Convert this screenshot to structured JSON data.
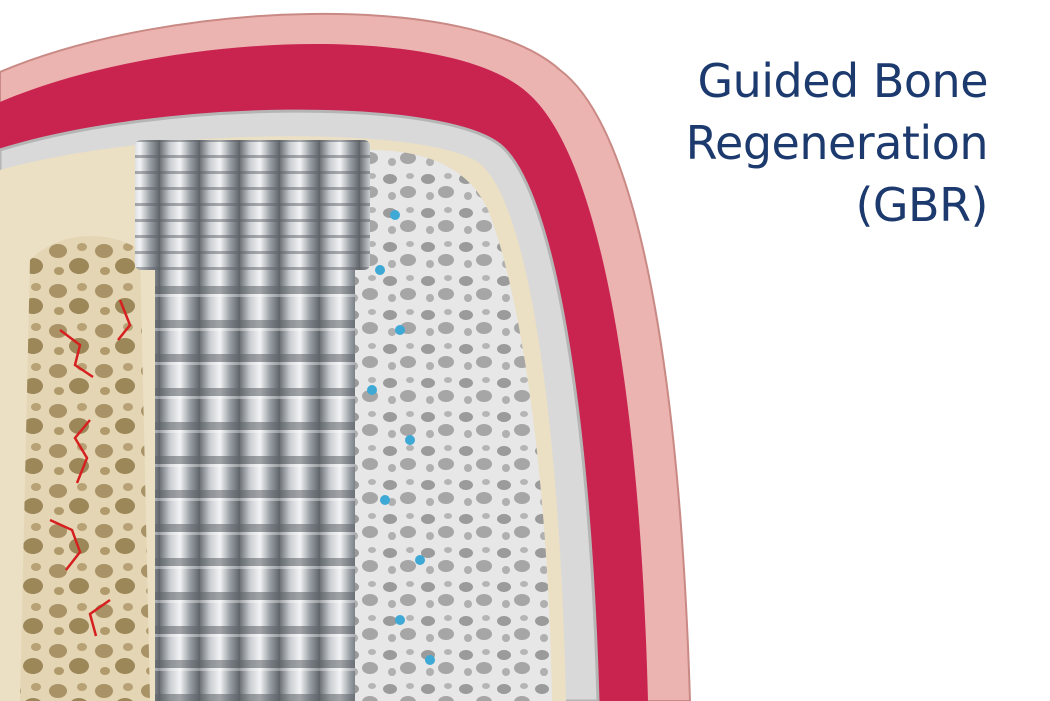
{
  "title": {
    "line1": "Guided Bone",
    "line2": "Regeneration",
    "line3": "(GBR)"
  },
  "colors": {
    "title_text": "#1d3a6e",
    "gingiva_outer": "#e9a8a4",
    "gingiva_inner": "#c8244f",
    "bone_native": "#e8dcc0",
    "bone_graft": "#e6e6e6",
    "membrane": "#cfcfcf",
    "implant_metal": "#9aa0a6",
    "blood_vessel": "#d61f1f",
    "osteoblast_cell": "#3fa9d6"
  },
  "icons": [
    "dental-implant-icon",
    "bone-graft-icon"
  ]
}
